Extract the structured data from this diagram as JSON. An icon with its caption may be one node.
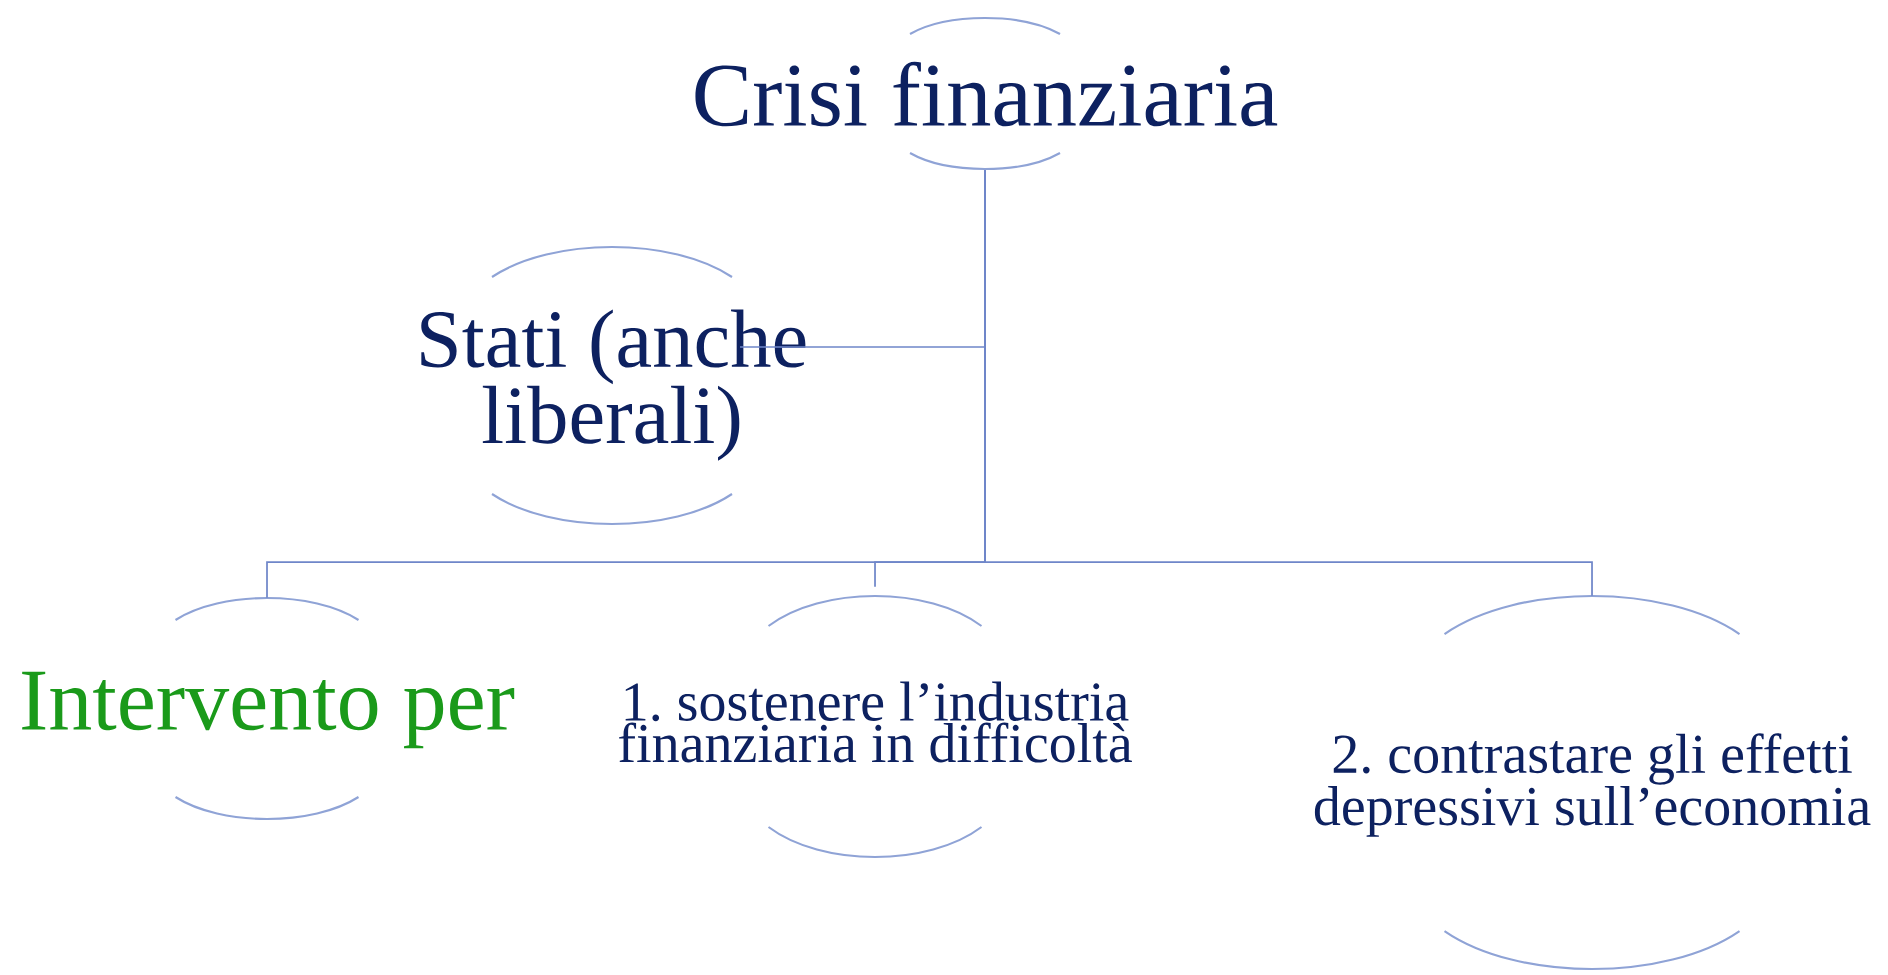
{
  "diagram": {
    "nodes": [
      {
        "text": [
          "Crisi finanziaria"
        ]
      },
      {
        "text": [
          "Stati (anche liberali)"
        ]
      },
      {
        "text": [
          "Intervento per"
        ]
      },
      {
        "text": [
          "1. sostenere l’industria finanziaria in difficoltà"
        ]
      },
      {
        "text": [
          "2. contrastare gli effetti depressivi sull’economia"
        ]
      }
    ],
    "edges": [
      {
        "from": 0,
        "to": 1,
        "arrow": "none"
      },
      {
        "from": 0,
        "to": 2,
        "arrow": "none"
      },
      {
        "from": 0,
        "to": 3,
        "arrow": "none"
      },
      {
        "from": 0,
        "to": 4,
        "arrow": "none"
      }
    ]
  }
}
